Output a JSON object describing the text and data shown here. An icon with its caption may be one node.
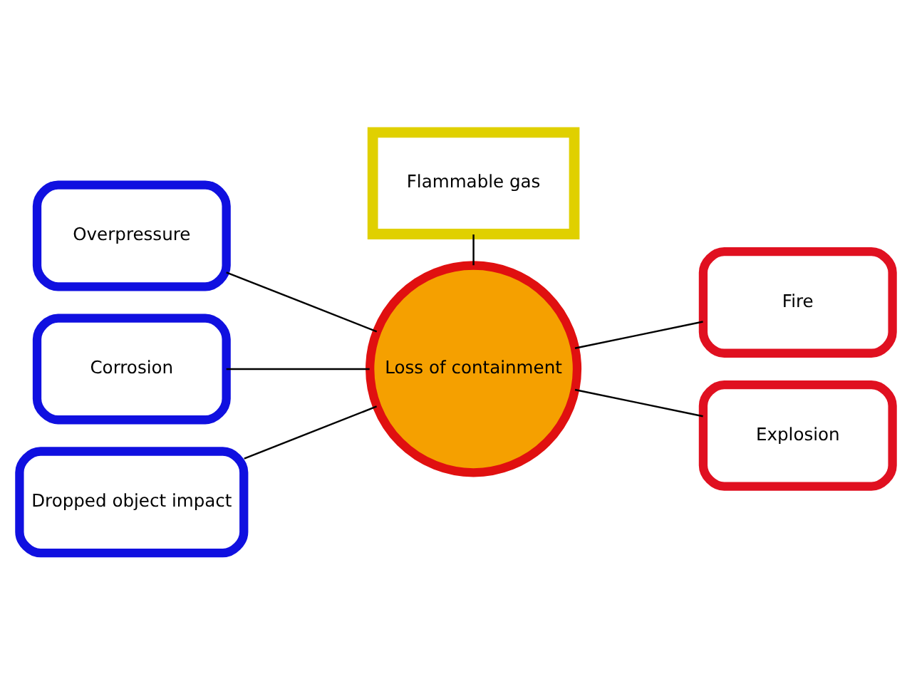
{
  "diagram": {
    "nodes": [
      {
        "text": [
          "Flammable gas"
        ]
      },
      {
        "text": [
          "Overpressure"
        ]
      },
      {
        "text": [
          "Corrosion"
        ]
      },
      {
        "text": [
          "Dropped object impact"
        ]
      },
      {
        "text": [
          "Loss of containment"
        ]
      },
      {
        "text": [
          "Fire"
        ]
      },
      {
        "text": [
          "Explosion"
        ]
      }
    ],
    "edges": [
      {
        "from": 0,
        "to": 4,
        "arrow": "none"
      },
      {
        "from": 1,
        "to": 4,
        "arrow": "none"
      },
      {
        "from": 2,
        "to": 4,
        "arrow": "none"
      },
      {
        "from": 3,
        "to": 4,
        "arrow": "none"
      },
      {
        "from": 4,
        "to": 5,
        "arrow": "none"
      },
      {
        "from": 4,
        "to": 6,
        "arrow": "none"
      }
    ]
  }
}
